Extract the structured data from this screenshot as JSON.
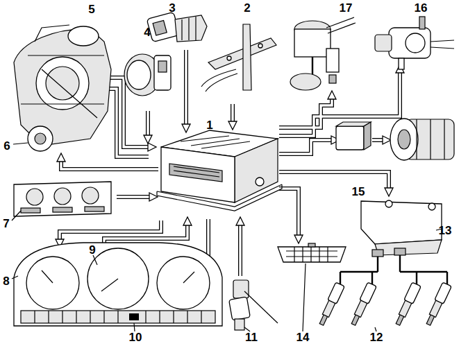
{
  "diagram": {
    "labels": [
      "5",
      "4",
      "3",
      "2",
      "17",
      "16",
      "1",
      "6",
      "15",
      "7",
      "13",
      "9",
      "8",
      "10",
      "11",
      "14",
      "12"
    ]
  }
}
